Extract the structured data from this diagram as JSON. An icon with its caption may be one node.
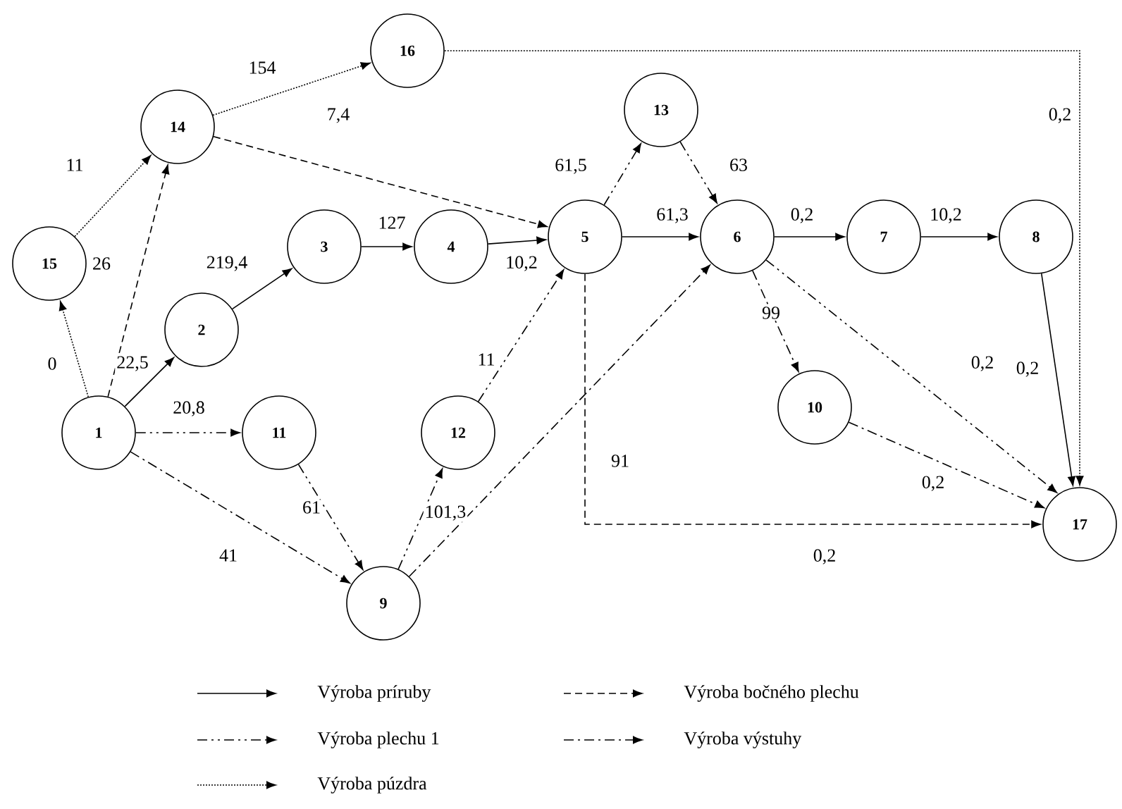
{
  "diagram": {
    "nodes": [
      {
        "text": [
          "1"
        ]
      },
      {
        "text": [
          "2"
        ]
      },
      {
        "text": [
          "3"
        ]
      },
      {
        "text": [
          "4"
        ]
      },
      {
        "text": [
          "5"
        ]
      },
      {
        "text": [
          "6"
        ]
      },
      {
        "text": [
          "7"
        ]
      },
      {
        "text": [
          "8"
        ]
      },
      {
        "text": [
          "9"
        ]
      },
      {
        "text": [
          "10"
        ]
      },
      {
        "text": [
          "11"
        ]
      },
      {
        "text": [
          "12"
        ]
      },
      {
        "text": [
          "13"
        ]
      },
      {
        "text": [
          "14"
        ]
      },
      {
        "text": [
          "15"
        ]
      },
      {
        "text": [
          "16"
        ]
      },
      {
        "text": [
          "17"
        ]
      }
    ],
    "edges": [
      {
        "from": 0,
        "to": 14,
        "arrow": "to",
        "style": "dashed",
        "label": "0"
      },
      {
        "from": 14,
        "to": 13,
        "arrow": "to",
        "style": "dashed",
        "label": "11"
      },
      {
        "from": 0,
        "to": 13,
        "arrow": "to",
        "style": "dashed",
        "label": "26"
      },
      {
        "from": 13,
        "to": 15,
        "arrow": "to",
        "style": "dashed",
        "label": "154"
      },
      {
        "from": 15,
        "to": 16,
        "arrow": "to",
        "style": "dashed",
        "label": "0,2"
      },
      {
        "from": 13,
        "to": 4,
        "arrow": "to",
        "style": "dashed",
        "label": "7,4"
      },
      {
        "from": 0,
        "to": 1,
        "arrow": "to",
        "label": "22,5"
      },
      {
        "from": 1,
        "to": 2,
        "arrow": "to",
        "label": "219,4"
      },
      {
        "from": 2,
        "to": 3,
        "arrow": "to",
        "label": "127"
      },
      {
        "from": 3,
        "to": 4,
        "arrow": "to",
        "label": "10,2"
      },
      {
        "from": 4,
        "to": 12,
        "arrow": "to",
        "style": "dashed",
        "label": "61,5"
      },
      {
        "from": 12,
        "to": 5,
        "arrow": "to",
        "style": "dashed",
        "label": "63"
      },
      {
        "from": 4,
        "to": 5,
        "arrow": "to",
        "label": "61,3"
      },
      {
        "from": 5,
        "to": 6,
        "arrow": "to",
        "label": "0,2"
      },
      {
        "from": 6,
        "to": 7,
        "arrow": "to",
        "label": "10,2"
      },
      {
        "from": 0,
        "to": 10,
        "arrow": "to",
        "style": "dashed",
        "label": "20,8"
      },
      {
        "from": 0,
        "to": 8,
        "arrow": "to",
        "style": "dashed",
        "label": "41"
      },
      {
        "from": 10,
        "to": 8,
        "arrow": "to",
        "style": "dashed",
        "label": "61"
      },
      {
        "from": 8,
        "to": 11,
        "arrow": "to",
        "style": "dashed",
        "label": "101,3"
      },
      {
        "from": 11,
        "to": 4,
        "arrow": "to",
        "style": "dashed",
        "label": "11"
      },
      {
        "from": 8,
        "to": 5,
        "arrow": "to",
        "style": "dashed",
        "label": "91"
      },
      {
        "from": 4,
        "to": 16,
        "arrow": "to",
        "style": "dashed",
        "label": "0,2"
      },
      {
        "from": 5,
        "to": 9,
        "arrow": "to",
        "style": "dashed",
        "label": "99"
      },
      {
        "from": 5,
        "to": 16,
        "arrow": "to",
        "style": "dashed",
        "label": "0,2"
      },
      {
        "from": 9,
        "to": 16,
        "arrow": "to",
        "style": "dashed",
        "label": "0,2"
      },
      {
        "from": 7,
        "to": 16,
        "arrow": "to",
        "label": "0,2"
      }
    ],
    "legend": [
      {
        "text": "Výroba príruby"
      },
      {
        "text": "Výroba bočného plechu"
      },
      {
        "text": "Výroba plechu 1"
      },
      {
        "text": "Výroba výstuhy"
      },
      {
        "text": "Výroba púzdra"
      }
    ]
  }
}
